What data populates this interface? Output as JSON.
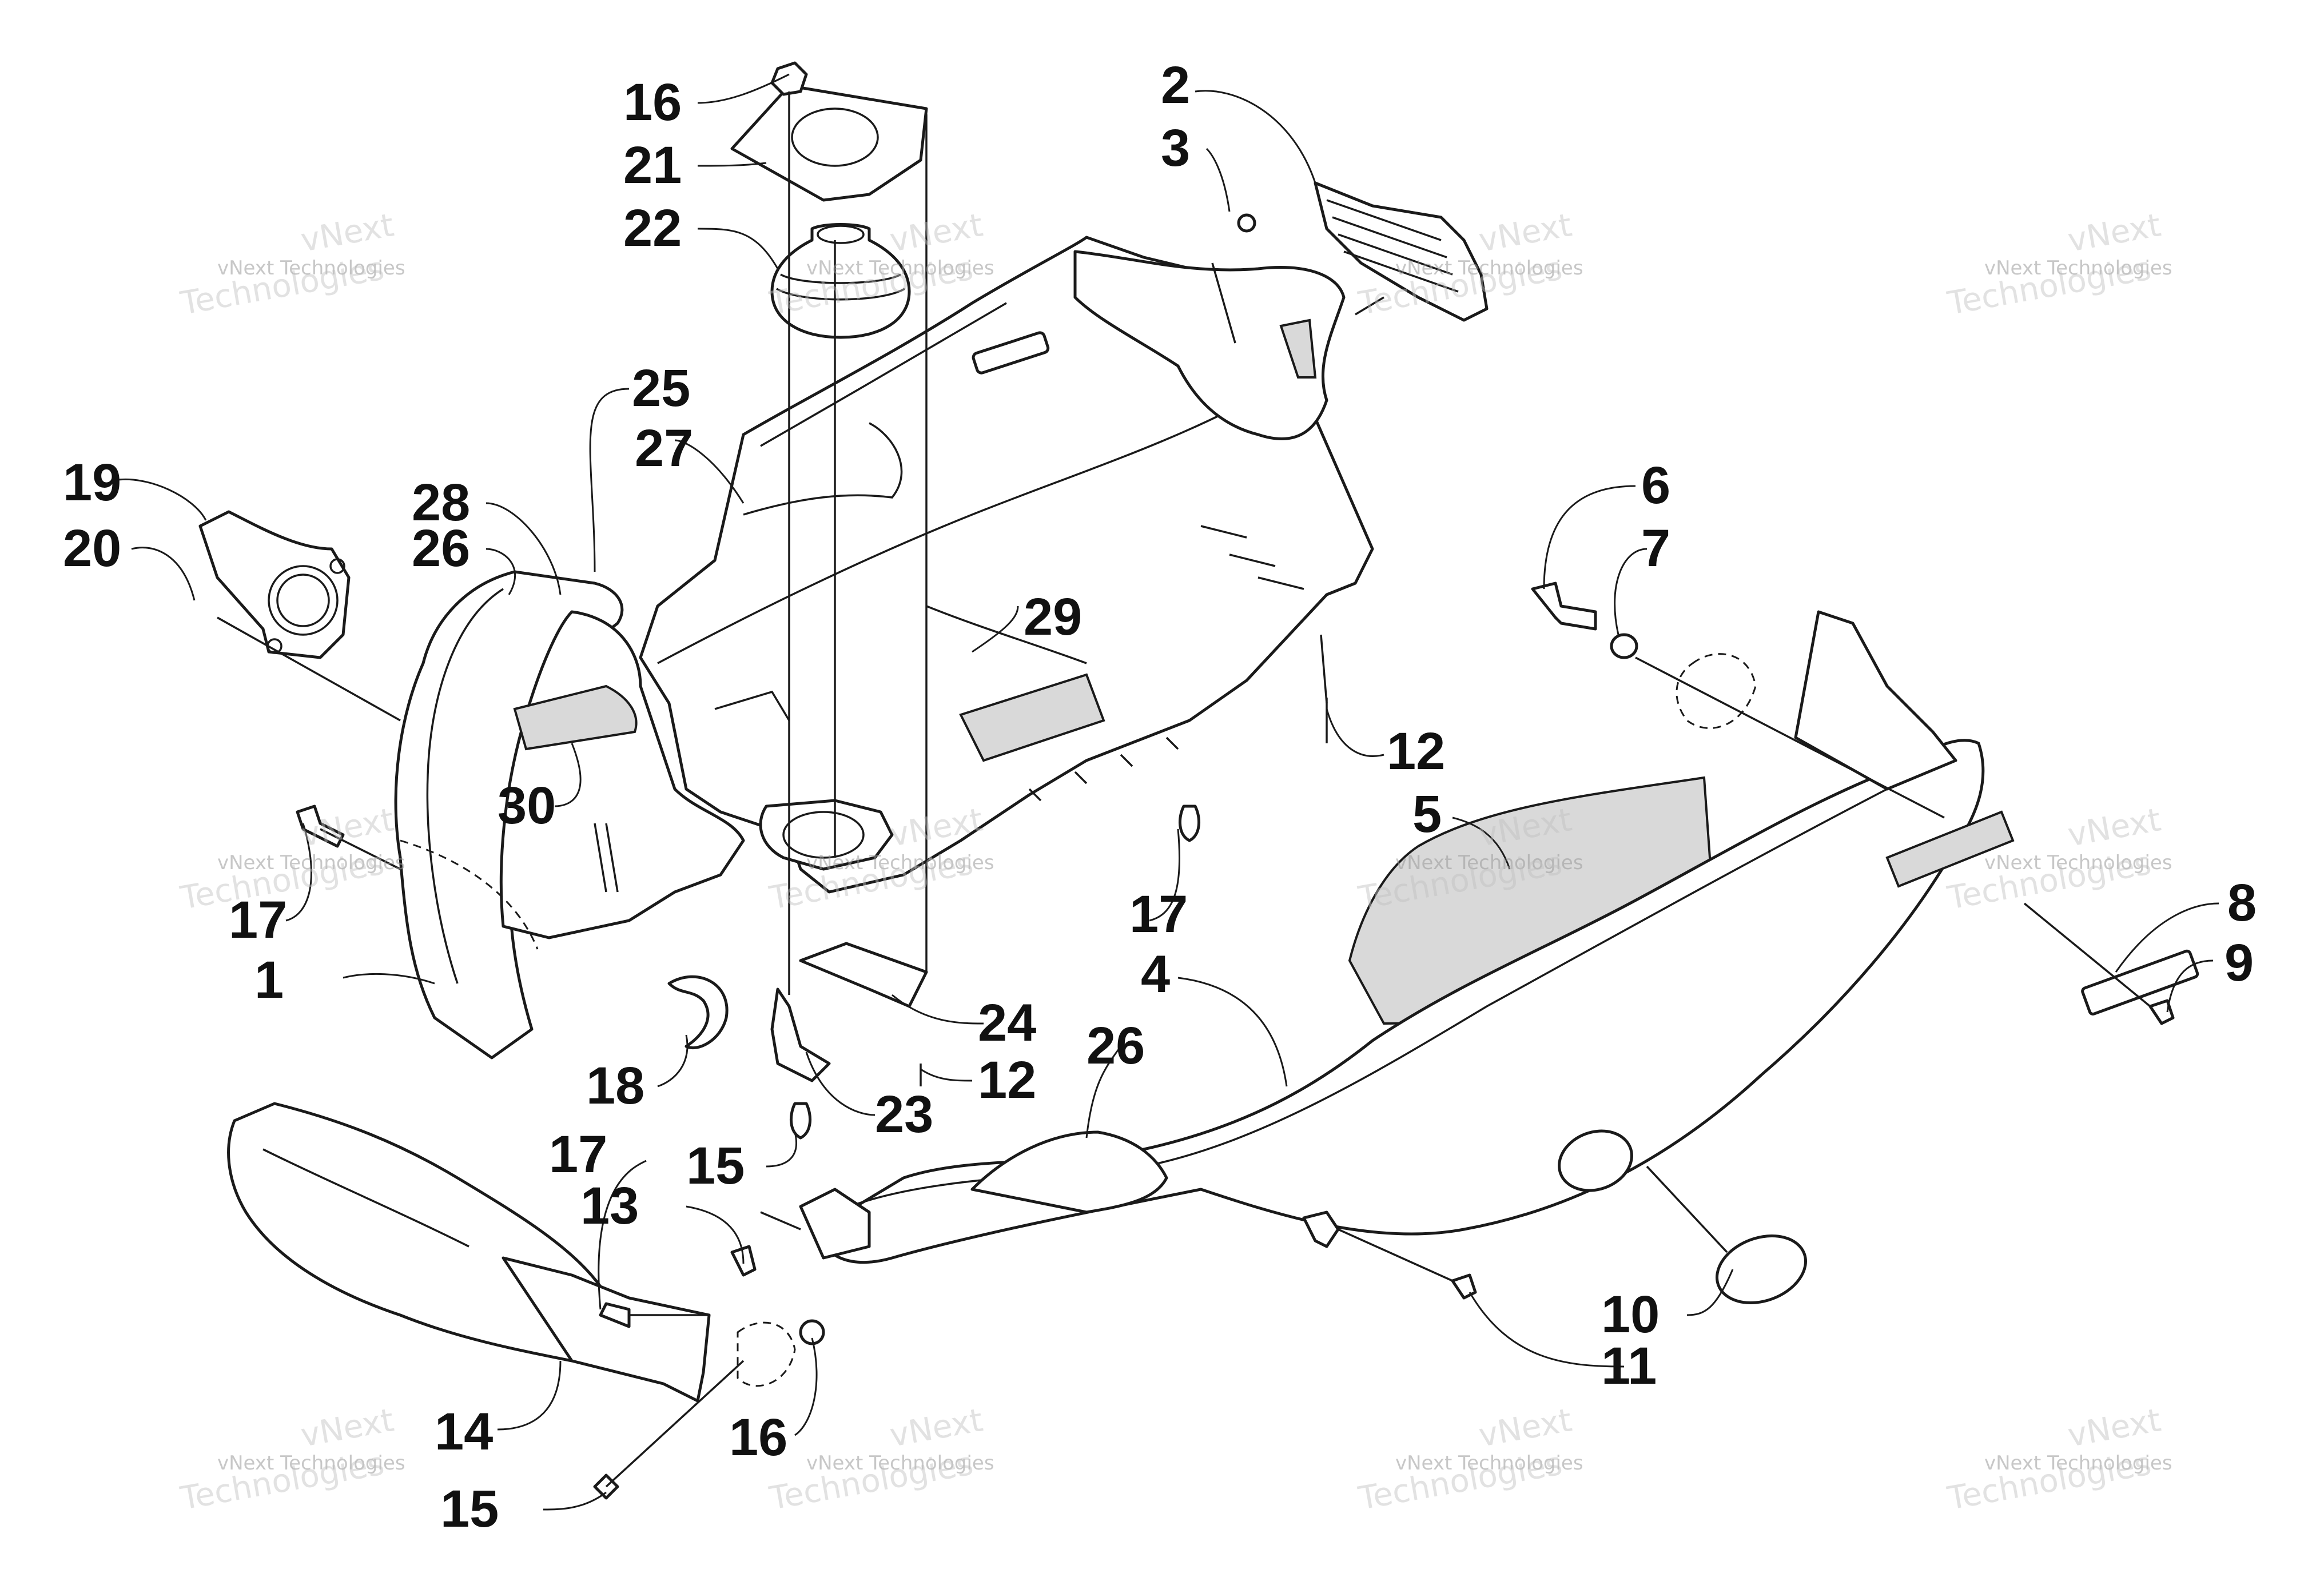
{
  "callouts": [
    {
      "label": "1"
    },
    {
      "label": "2"
    },
    {
      "label": "3"
    },
    {
      "label": "4"
    },
    {
      "label": "5"
    },
    {
      "label": "6"
    },
    {
      "label": "7"
    },
    {
      "label": "8"
    },
    {
      "label": "9"
    },
    {
      "label": "10"
    },
    {
      "label": "11"
    },
    {
      "label": "12"
    },
    {
      "label": "12"
    },
    {
      "label": "13"
    },
    {
      "label": "14"
    },
    {
      "label": "15"
    },
    {
      "label": "15"
    },
    {
      "label": "16"
    },
    {
      "label": "16"
    },
    {
      "label": "17"
    },
    {
      "label": "17"
    },
    {
      "label": "17"
    },
    {
      "label": "18"
    },
    {
      "label": "19"
    },
    {
      "label": "20"
    },
    {
      "label": "21"
    },
    {
      "label": "22"
    },
    {
      "label": "23"
    },
    {
      "label": "24"
    },
    {
      "label": "25"
    },
    {
      "label": "26"
    },
    {
      "label": "26"
    },
    {
      "label": "27"
    },
    {
      "label": "28"
    },
    {
      "label": "29"
    },
    {
      "label": "30"
    }
  ],
  "watermark": {
    "line1": "vNext Technologies",
    "line2": "vNext",
    "line3": "Technologies"
  }
}
